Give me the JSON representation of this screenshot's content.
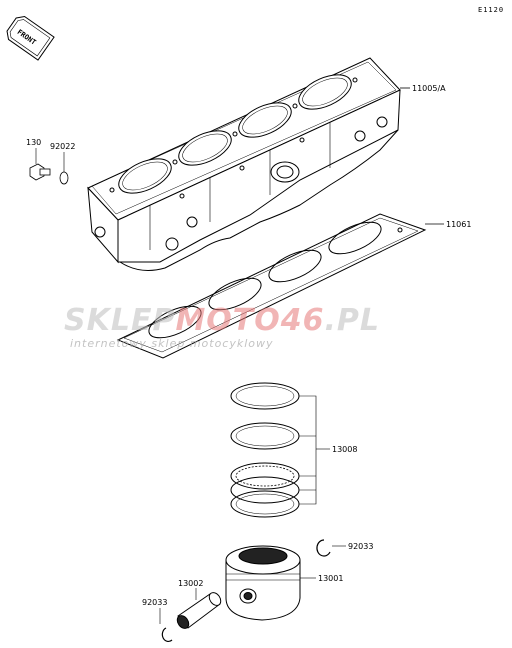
{
  "diagram_code": "E1120",
  "front_label": "FRONT",
  "watermark": {
    "brand_part1": "SKLEP",
    "brand_part2": "MOTO46",
    "brand_part3": ".PL",
    "tagline": "internetowy sklep motocyklowy"
  },
  "parts": [
    {
      "number": "11005/A"
    },
    {
      "number": "130"
    },
    {
      "number": "92022"
    },
    {
      "number": "11061"
    },
    {
      "number": "13008"
    },
    {
      "number": "92033"
    },
    {
      "number": "13001"
    },
    {
      "number": "13002"
    },
    {
      "number": "92033"
    }
  ]
}
